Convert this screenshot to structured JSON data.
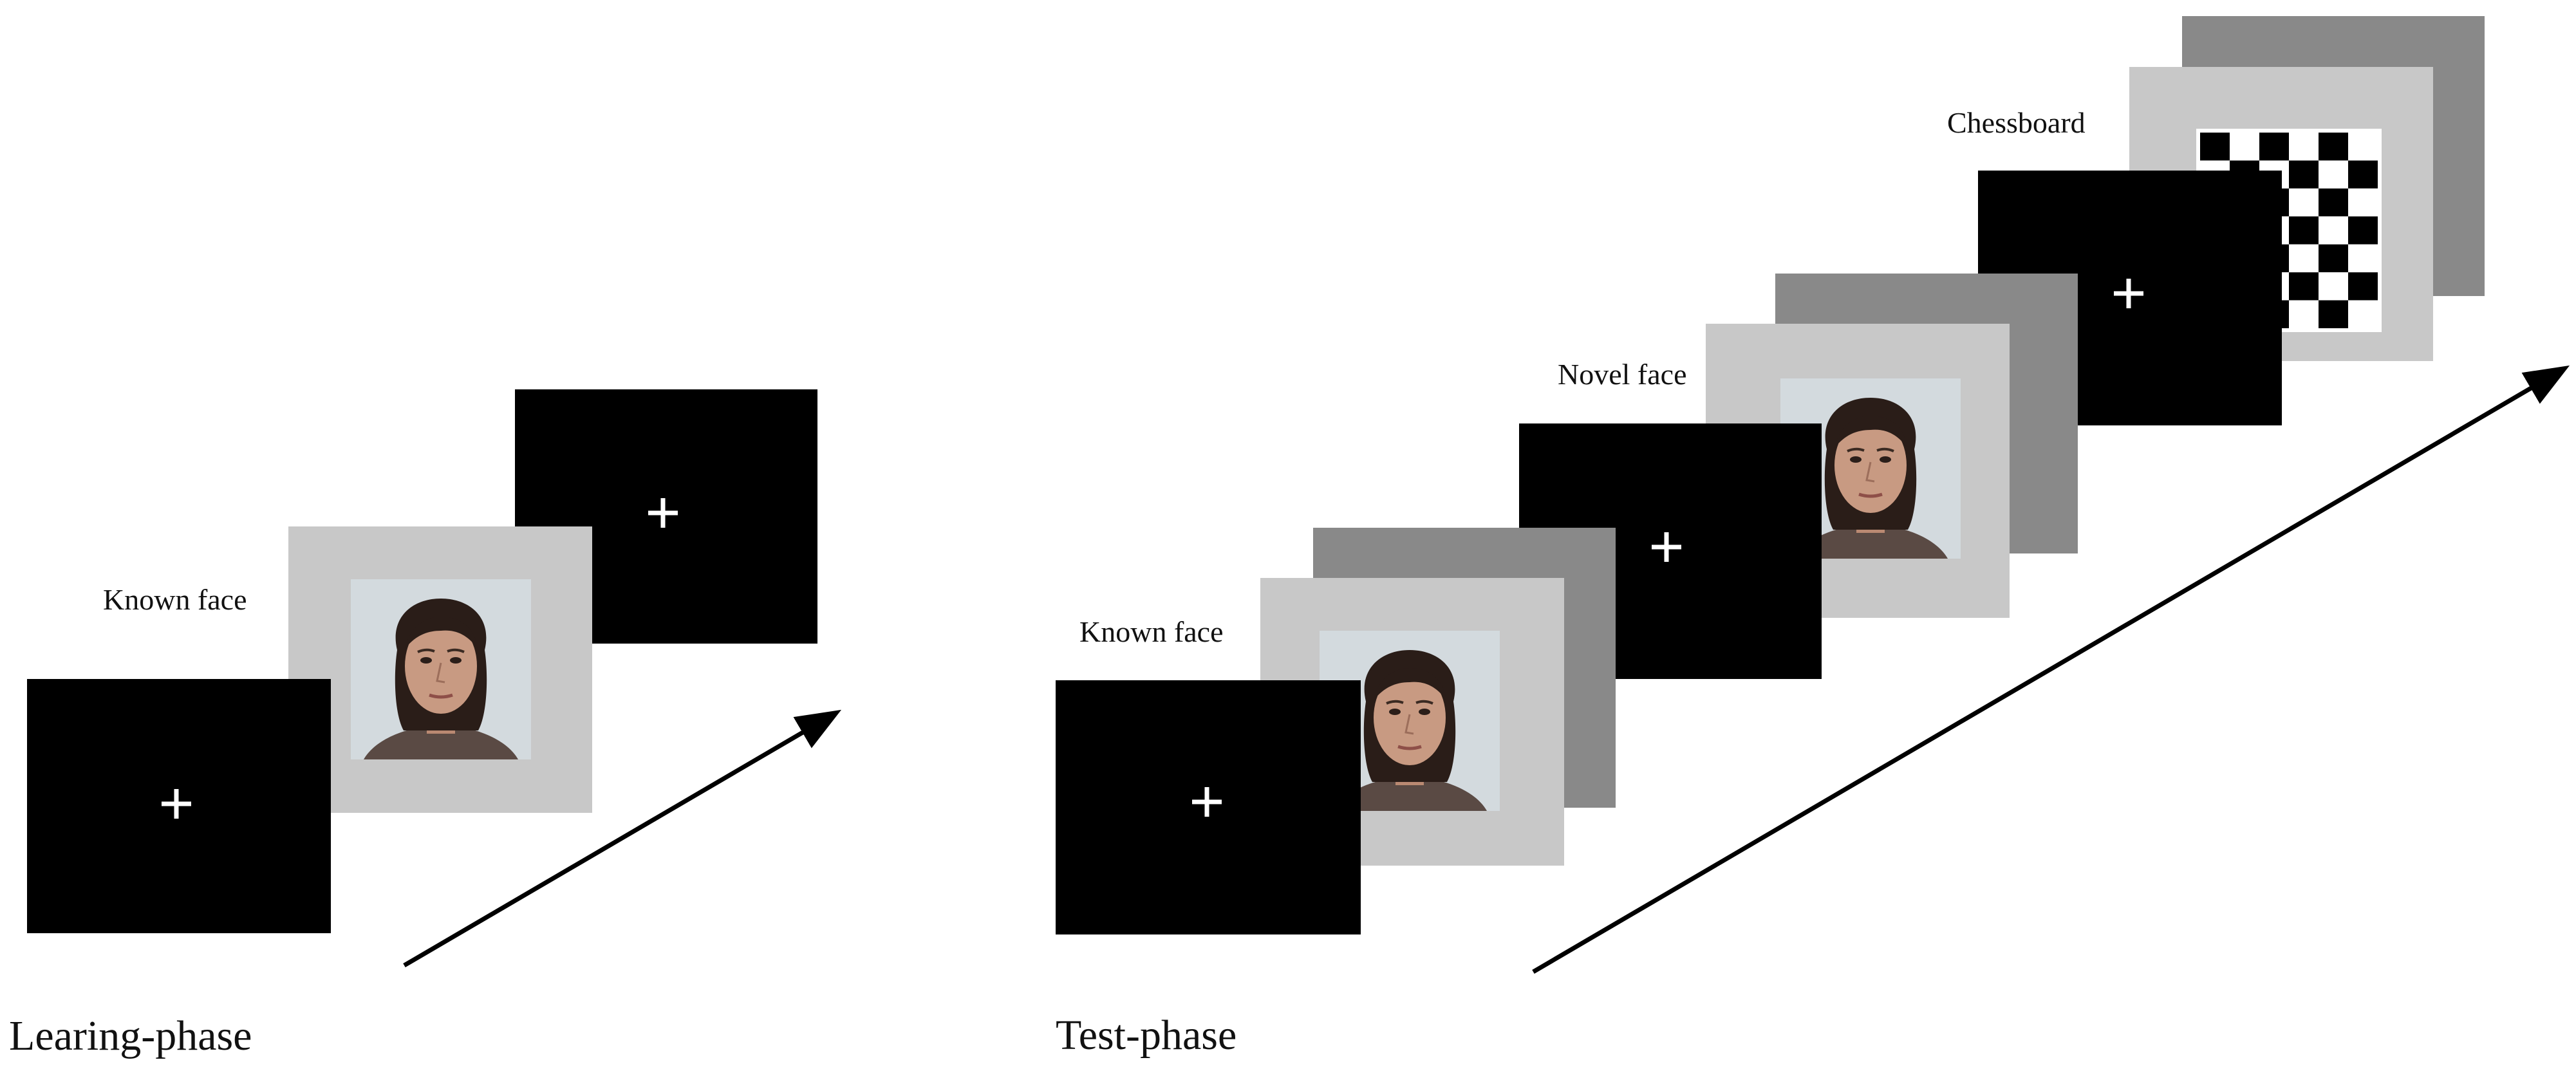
{
  "learning_phase": {
    "label": "Learing-phase",
    "face_label": "Known face"
  },
  "test_phase": {
    "label": "Test-phase",
    "known_face_label": "Known face",
    "novel_face_label": "Novel face",
    "chessboard_label": "Chessboard"
  },
  "colors": {
    "fixation_screen": "#000000",
    "face_frame": "#c8c8c8",
    "blank_screen": "#898989",
    "photo_background": "#d3dade",
    "fixation_cross": "#ffffff",
    "arrow": "#000000"
  },
  "chessboard": {
    "rows": 7,
    "cols": 6
  }
}
